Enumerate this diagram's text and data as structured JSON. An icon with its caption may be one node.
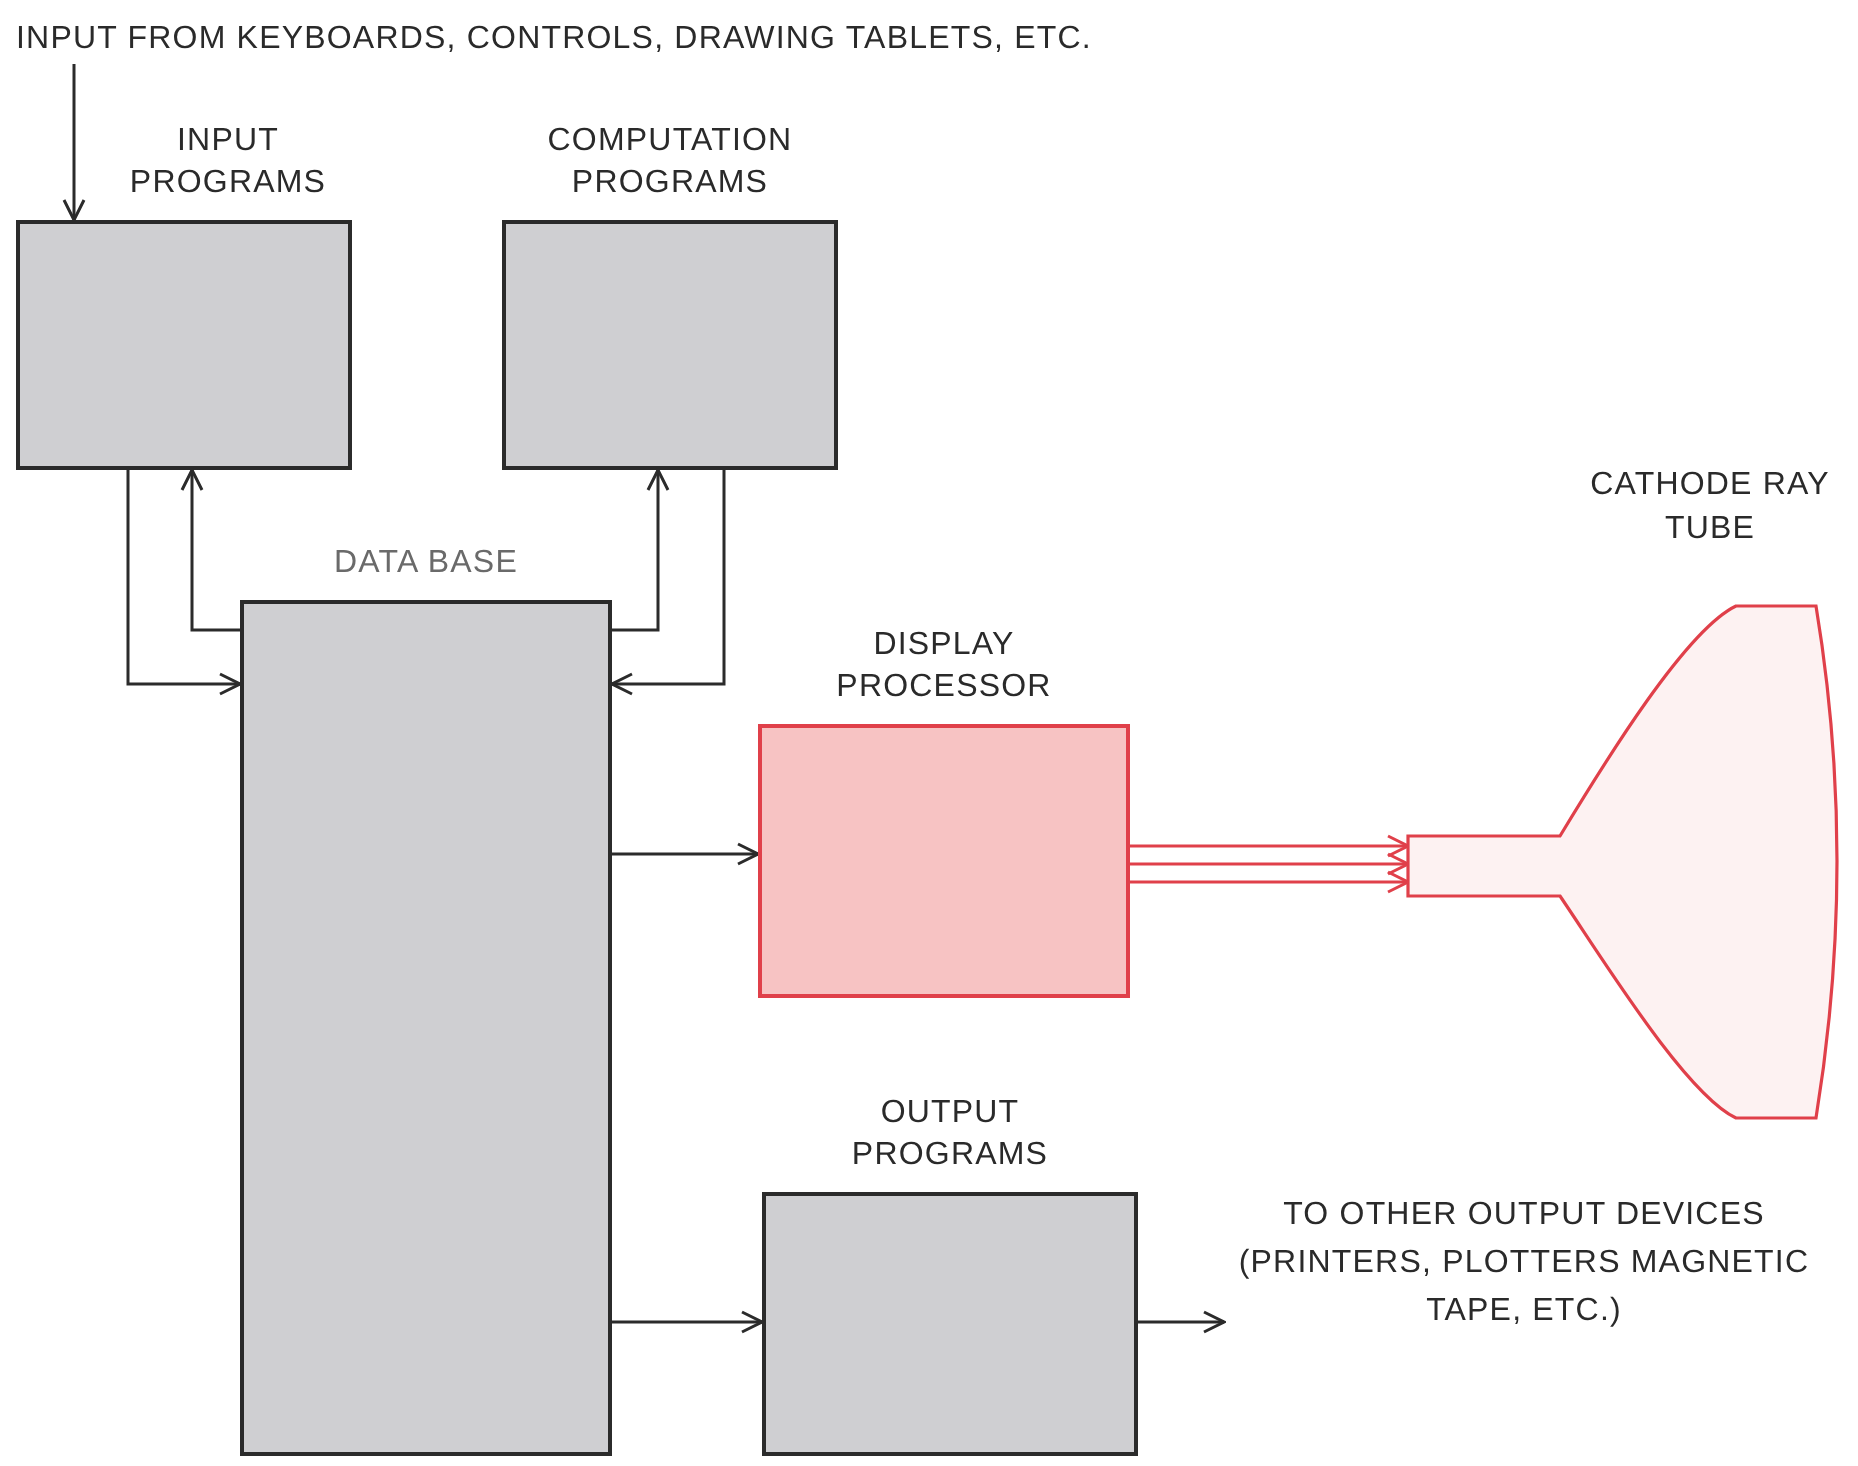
{
  "diagram": {
    "nodes": [
      {
        "text": [
          "INPUT PROGRAMS"
        ]
      },
      {
        "text": [
          "COMPUTATION PROGRAMS"
        ]
      },
      {
        "text": [
          "DATA BASE"
        ]
      },
      {
        "text": [
          "DISPLAY PROCESSOR"
        ]
      },
      {
        "text": [
          "CATHODE RAY TUBE"
        ]
      },
      {
        "text": [
          "OUTPUT PROGRAMS"
        ]
      },
      {
        "text": [
          "INPUT FROM KEYBOARDS, CONTROLS, DRAWING TABLETS, ETC."
        ]
      },
      {
        "text": [
          "TO OTHER OUTPUT DEVICES (PRINTERS, PLOTTERS MAGNETIC TAPE, ETC.)"
        ]
      }
    ],
    "edges": [
      {
        "from": 6,
        "to": 0,
        "arrow": "to"
      },
      {
        "from": 2,
        "to": 0,
        "arrow": "to"
      },
      {
        "from": 0,
        "to": 2,
        "arrow": "to"
      },
      {
        "from": 2,
        "to": 1,
        "arrow": "to"
      },
      {
        "from": 1,
        "to": 2,
        "arrow": "to"
      },
      {
        "from": 2,
        "to": 3,
        "arrow": "to"
      },
      {
        "from": 3,
        "to": 4,
        "arrow": "to",
        "color": "#e0404a"
      },
      {
        "from": 3,
        "to": 4,
        "arrow": "to",
        "color": "#e0404a"
      },
      {
        "from": 3,
        "to": 4,
        "arrow": "to",
        "color": "#e0404a"
      },
      {
        "from": 2,
        "to": 5,
        "arrow": "to"
      },
      {
        "from": 5,
        "to": 7,
        "arrow": "to"
      }
    ]
  }
}
